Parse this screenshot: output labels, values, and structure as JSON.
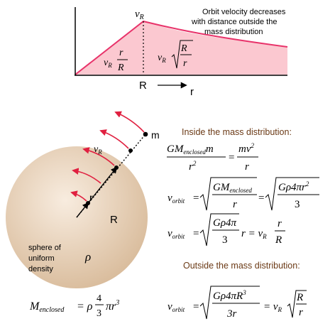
{
  "graph": {
    "vr_peak_label": "v",
    "vr_peak_sub": "R",
    "annotation_lines": [
      "Orbit velocity decreases",
      "with distance outside the",
      "mass distribution"
    ],
    "inner_formula": {
      "v": "v",
      "sub": "R",
      "num": "r",
      "den": "R"
    },
    "outer_formula": {
      "v": "v",
      "sub": "R",
      "num": "R",
      "den": "r"
    },
    "x_tick_label": "R",
    "x_axis_label": "r"
  },
  "sphere": {
    "mass_label": "m",
    "velocity_label_v": "v",
    "velocity_label_sub": "R",
    "r_label": "r",
    "radius_label": "R",
    "caption_lines": [
      "sphere of",
      "uniform",
      "density"
    ],
    "rho_symbol": "ρ"
  },
  "inside": {
    "heading": "Inside the mass distribution:",
    "eq1": {
      "lhs_num": "GM",
      "lhs_num_sub": "enclosed",
      "lhs_num_tail": "m",
      "lhs_den": "r",
      "lhs_den_sup": "2",
      "rhs_num": "mv",
      "rhs_num_sup": "2",
      "rhs_den": "r"
    },
    "eq2": {
      "v": "v",
      "sub": "orbit",
      "eq": "=",
      "n1": "GM",
      "n1sub": "enclosed",
      "d1": "r",
      "eq2": "=",
      "n2": "Gρ4πr",
      "n2sup": "2",
      "d2": "3"
    },
    "eq3": {
      "v": "v",
      "sub": "orbit",
      "eq": "=",
      "n": "Gρ4π",
      "d": "3",
      "tail": "r = v",
      "tailsub": "R",
      "fn": "r",
      "fd": "R"
    }
  },
  "outside": {
    "heading": "Outside the mass distribution:",
    "eq": {
      "v": "v",
      "sub": "orbit",
      "eq": "=",
      "n": "Gρ4πR",
      "nsup": "3",
      "d": "3r",
      "tail": "= v",
      "tailsub": "R",
      "fn": "R",
      "fd": "r"
    }
  },
  "menclosed": {
    "m": "M",
    "sub": "enclosed",
    "eq": "= ρ",
    "num": "4",
    "den": "3",
    "tail": "πr",
    "sup": "3"
  },
  "colors": {
    "fill": "#fbc8d0",
    "line": "#e8336a",
    "arrow": "#e02040",
    "sphere_light": "#f8ecdf",
    "sphere_dark": "#d9bc9c",
    "heading": "#6b3a16",
    "axis": "#000000"
  }
}
